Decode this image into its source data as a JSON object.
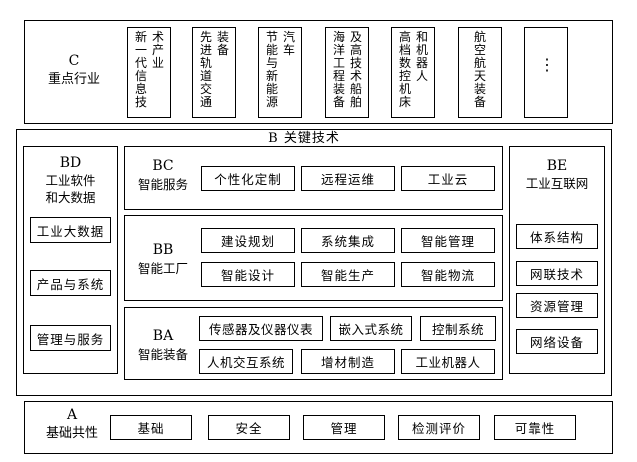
{
  "C": {
    "letter": "C",
    "name": "重点行业",
    "industries": [
      {
        "columns": [
          "新一代信息技",
          "术产业"
        ]
      },
      {
        "columns": [
          "先进轨道交通",
          "装备"
        ]
      },
      {
        "columns": [
          "节能与新能源",
          "汽车"
        ]
      },
      {
        "columns": [
          "海洋工程装备",
          "及高技术船舶"
        ]
      },
      {
        "columns": [
          "高档数控机床",
          "和机器人"
        ]
      },
      {
        "columns": [
          "航空航天装备"
        ]
      },
      {
        "columns": [
          "⋮"
        ]
      }
    ]
  },
  "B": {
    "title": "B 关键技术",
    "BD": {
      "letter": "BD",
      "line1": "工业软件",
      "line2": "和大数据",
      "items": [
        "工业大数据",
        "产品与系统",
        "管理与服务"
      ]
    },
    "BC": {
      "letter": "BC",
      "name": "智能服务",
      "items": [
        "个性化定制",
        "远程运维",
        "工业云"
      ]
    },
    "BB": {
      "letter": "BB",
      "name": "智能工厂",
      "items": [
        "建设规划",
        "系统集成",
        "智能管理",
        "智能设计",
        "智能生产",
        "智能物流"
      ]
    },
    "BA": {
      "letter": "BA",
      "name": "智能装备",
      "items": [
        "传感器及仪器仪表",
        "嵌入式系统",
        "控制系统",
        "人机交互系统",
        "增材制造",
        "工业机器人"
      ]
    },
    "BE": {
      "letter": "BE",
      "name": "工业互联网",
      "items": [
        "体系结构",
        "网联技术",
        "资源管理",
        "网络设备"
      ]
    }
  },
  "A": {
    "letter": "A",
    "name": "基础共性",
    "items": [
      "基础",
      "安全",
      "管理",
      "检测评价",
      "可靠性"
    ]
  }
}
